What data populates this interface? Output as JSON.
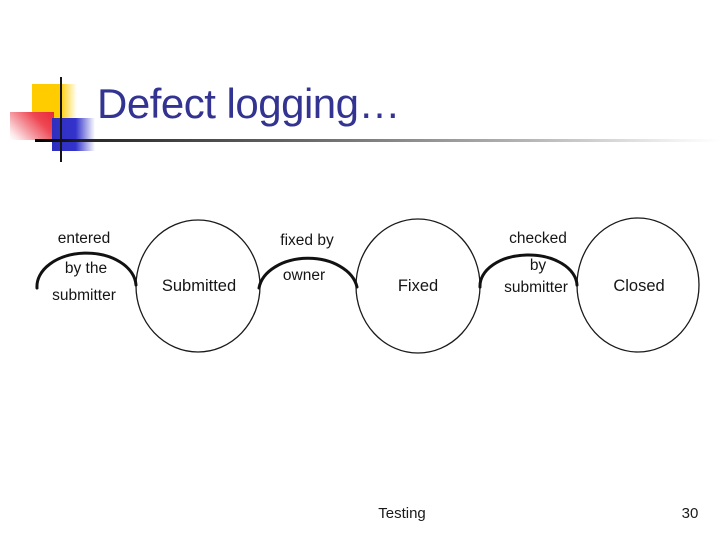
{
  "slide": {
    "title": "Defect logging…",
    "footer": {
      "center": "Testing",
      "page_number": "30"
    }
  },
  "colors": {
    "title_text": "#333391",
    "accent_yellow": "#FFCC00",
    "accent_red": "#EE2233",
    "accent_blue": "#3333CC",
    "diagram_ink": "#151515",
    "background": "#FFFFFF"
  },
  "diagram": {
    "type": "state-flow",
    "states": [
      {
        "label": "Submitted"
      },
      {
        "label": "Fixed"
      },
      {
        "label": "Closed"
      }
    ],
    "transitions": [
      {
        "lines": [
          "entered",
          "by the",
          "submitter"
        ],
        "from": "start",
        "to": "Submitted"
      },
      {
        "lines": [
          "fixed by",
          "owner"
        ],
        "from": "Submitted",
        "to": "Fixed"
      },
      {
        "lines": [
          "checked",
          "by",
          "submitter"
        ],
        "from": "Fixed",
        "to": "Closed"
      }
    ]
  }
}
